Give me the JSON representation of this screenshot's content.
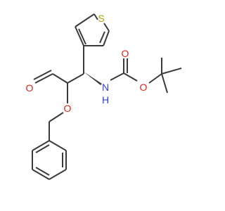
{
  "molecule": {
    "atoms": {
      "S": "S",
      "O_aldehyde": "O",
      "O_ether": "O",
      "O_carbonyl": "O",
      "O_ester": "O",
      "N": "N",
      "H": "H"
    },
    "colors": {
      "bond": "#3a3a3a",
      "sulfur": "#b4a000",
      "oxygen": "#e8201c",
      "nitrogen": "#2f3fd6"
    }
  }
}
